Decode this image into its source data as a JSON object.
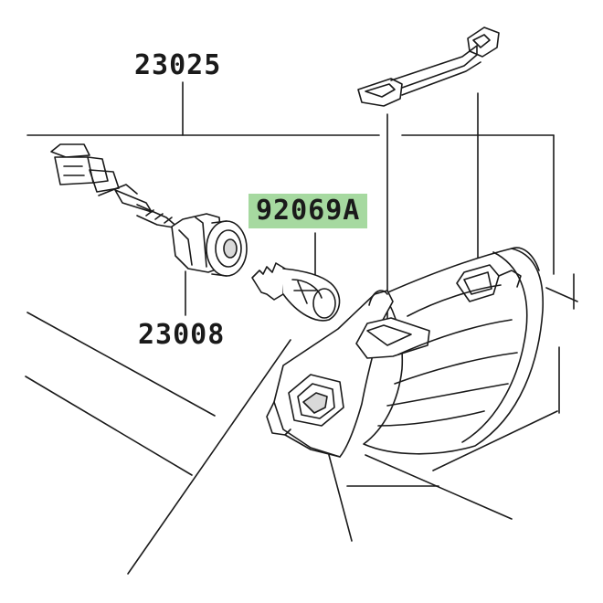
{
  "diagram": {
    "labels": [
      {
        "id": "harness",
        "text": "23025",
        "highlighted": false
      },
      {
        "id": "socket",
        "text": "23008",
        "highlighted": false
      },
      {
        "id": "bulb",
        "text": "92069A",
        "highlighted": true
      }
    ],
    "colors": {
      "line": "#1a1a1a",
      "highlight": "#a6d9a0",
      "lens": "#ffffff",
      "shade": "#d9d9d9"
    }
  }
}
